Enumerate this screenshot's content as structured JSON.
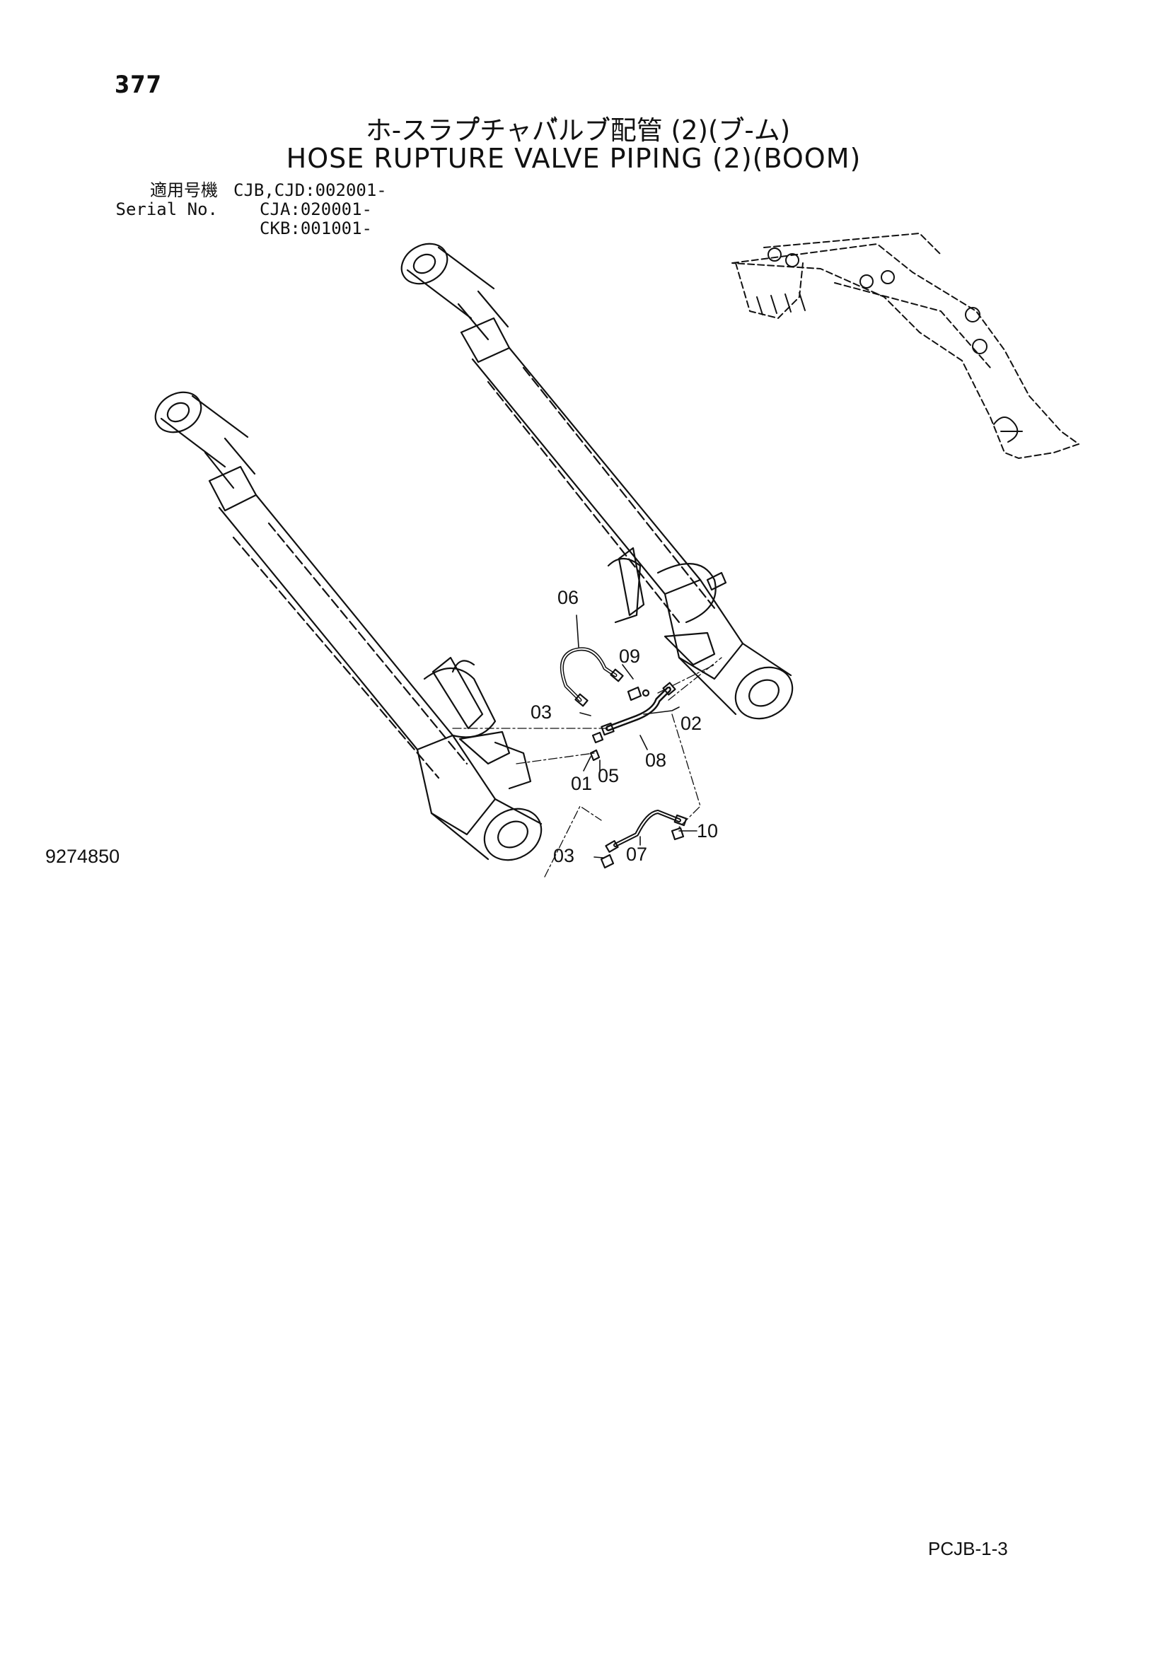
{
  "page": {
    "number": "377",
    "title_jp": "ホ-スラプ゚チャバ゙ルブ゙配管 (2)(ブ゙-ム)",
    "title_en": "HOSE RUPTURE VALVE PIPING (2)(BOOM)"
  },
  "serial": {
    "label_jp": "適用号機",
    "label_en": "Serial No.",
    "values": [
      "CJB,CJD:002001-",
      "CJA:020001-",
      "CKB:001001-"
    ]
  },
  "callouts": {
    "c01": "01",
    "c02": "02",
    "c03a": "03",
    "c03b": "03",
    "c05": "05",
    "c06": "06",
    "c07": "07",
    "c08": "08",
    "c09": "09",
    "c10": "10"
  },
  "drawing_id": "9274850",
  "footer_code": "PCJB-1-3"
}
